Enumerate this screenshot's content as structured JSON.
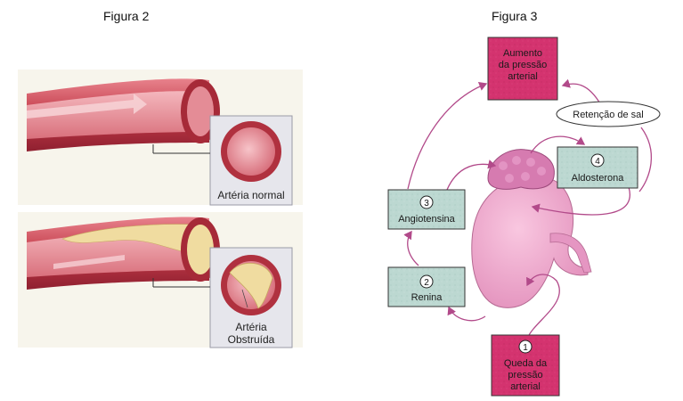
{
  "figure2": {
    "title": "Figura 2",
    "normal_label": "Artéria normal",
    "obstructed_label_line1": "Artéria",
    "obstructed_label_line2": "Obstruída"
  },
  "figure3": {
    "title": "Figura 3",
    "aumento": [
      "Aumento",
      "da pressão",
      "arterial"
    ],
    "retencao": "Retenção de sal",
    "aldosterona_num": "4",
    "aldosterona": "Aldosterona",
    "angiotensina_num": "3",
    "angiotensina": "Angiotensina",
    "renina_num": "2",
    "renina": "Renina",
    "queda_num": "1",
    "queda": [
      "Queda da",
      "pressão",
      "arterial"
    ]
  },
  "colors": {
    "pink_box": "#d4336f",
    "teal_box": "#b9d6cf",
    "arrow": "#b24a8a",
    "kidney": "#efa6cc",
    "adrenal": "#d67bb0",
    "artery_wall": "#c0404c",
    "plaque": "#f0dca0",
    "panel": "#e6e6ec"
  }
}
